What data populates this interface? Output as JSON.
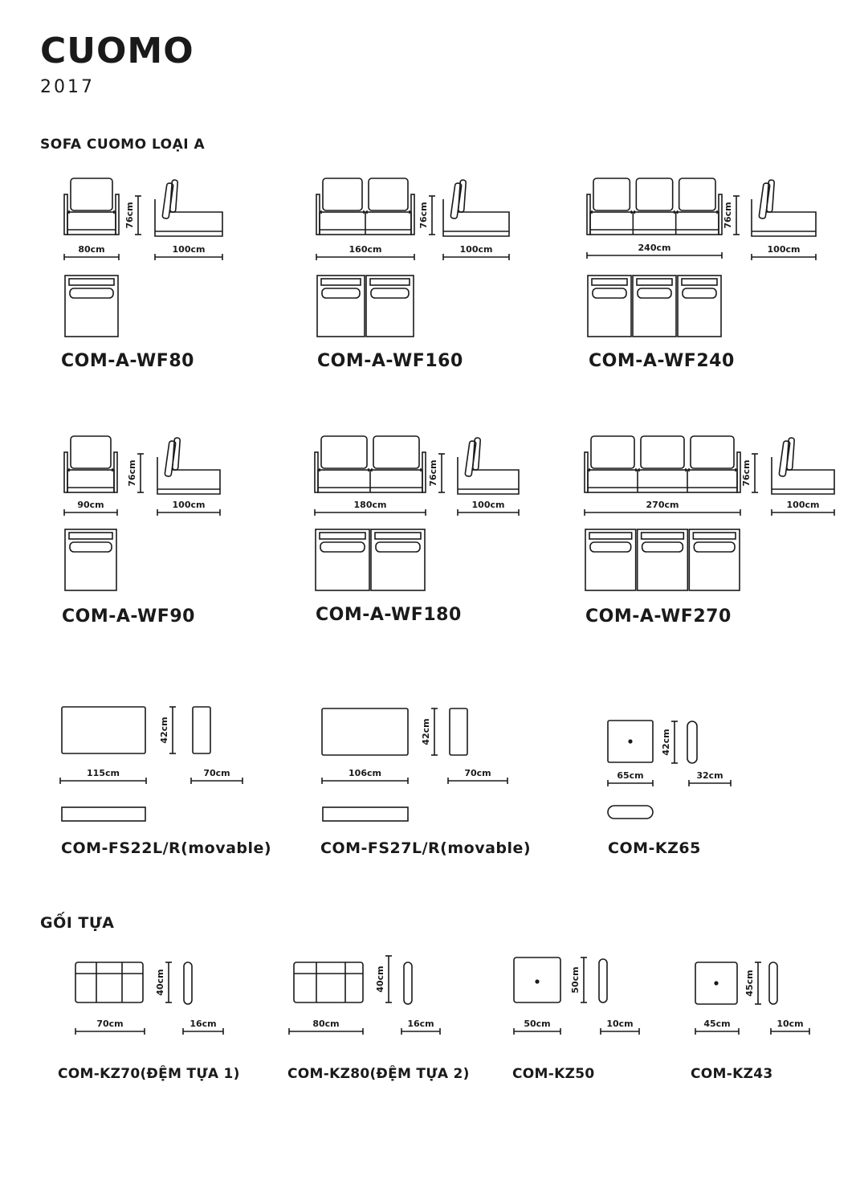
{
  "header": {
    "title": "CUOMO",
    "year": "2017"
  },
  "sections": {
    "sofa_title": "SOFA CUOMO LOẠI A",
    "pillow_title": "GỐI TỰA"
  },
  "sofas": [
    {
      "code": "COM-A-WF80",
      "seats": 1,
      "width": "80cm",
      "depth": "100cm",
      "height": "76cm"
    },
    {
      "code": "COM-A-WF160",
      "seats": 2,
      "width": "160cm",
      "depth": "100cm",
      "height": "76cm"
    },
    {
      "code": "COM-A-WF240",
      "seats": 3,
      "width": "240cm",
      "depth": "100cm",
      "height": "76cm"
    },
    {
      "code": "COM-A-WF90",
      "seats": 1,
      "width": "90cm",
      "depth": "100cm",
      "height": "76cm"
    },
    {
      "code": "COM-A-WF180",
      "seats": 2,
      "width": "180cm",
      "depth": "100cm",
      "height": "76cm"
    },
    {
      "code": "COM-A-WF270",
      "seats": 3,
      "width": "270cm",
      "depth": "100cm",
      "height": "76cm"
    }
  ],
  "ottomans": [
    {
      "code": "COM-FS22L/R(movable)",
      "width": "115cm",
      "depth": "70cm",
      "height": "42cm"
    },
    {
      "code": "COM-FS27L/R(movable)",
      "width": "106cm",
      "depth": "70cm",
      "height": "42cm"
    },
    {
      "code": "COM-KZ65",
      "width": "65cm",
      "depth": "32cm",
      "height": "42cm"
    }
  ],
  "pillows": [
    {
      "code": "COM-KZ70(ĐỆM TỰA 1)",
      "width": "70cm",
      "depth": "16cm",
      "height": "40cm"
    },
    {
      "code": "COM-KZ80(ĐỆM TỰA 2)",
      "width": "80cm",
      "depth": "16cm",
      "height": "40cm"
    },
    {
      "code": "COM-KZ50",
      "width": "50cm",
      "depth": "10cm",
      "height": "50cm"
    },
    {
      "code": "COM-KZ43",
      "width": "45cm",
      "depth": "10cm",
      "height": "45cm"
    }
  ]
}
